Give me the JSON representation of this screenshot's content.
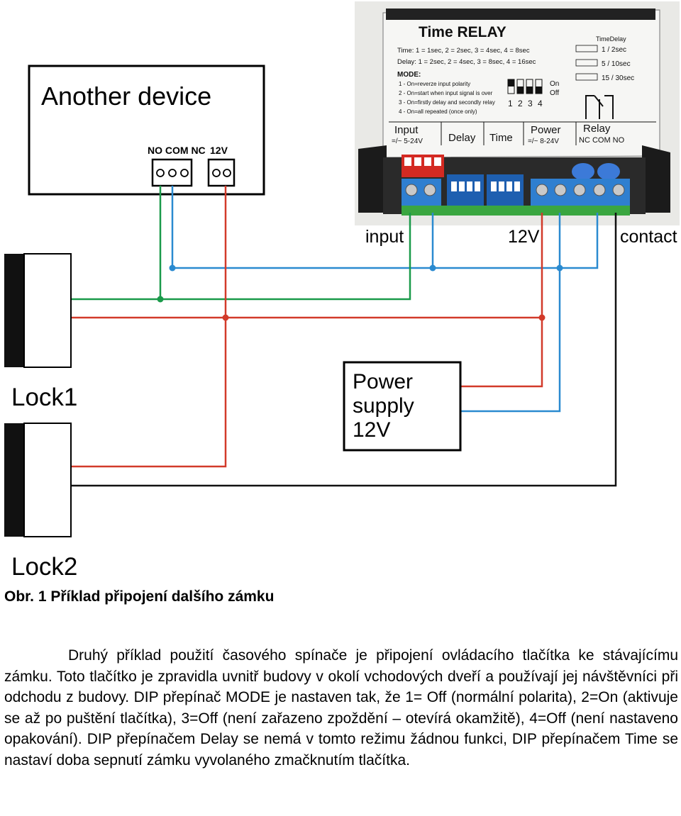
{
  "diagram": {
    "another_device": {
      "title": "Another device",
      "terminals_left": "NO COM NC",
      "terminals_right": "12V"
    },
    "relay": {
      "title": "Time RELAY",
      "timedelay_header": "TimeDelay",
      "time_line": "Time: 1 = 1sec, 2 = 2sec, 3 = 4sec, 4 = 8sec",
      "delay_line": "Delay: 1 = 2sec, 2 = 4sec, 3 = 8sec, 4 = 16sec",
      "td_option_1": "1 / 2sec",
      "td_option_2": "5 / 10sec",
      "td_option_3": "15 / 30sec",
      "mode_header": "MODE:",
      "mode_lines": [
        "1 - On=reverze input polarity",
        "2 - On=start when input signal is over",
        "3 - On=firstly delay and secondly relay",
        "4 - On=all repeated (once only)"
      ],
      "dip_on": "On",
      "dip_off": "Off",
      "dip_numbers": "1 2 3 4",
      "input_label": "Input",
      "input_range": "=/~ 5-24V",
      "delay_label": "Delay",
      "time_label": "Time",
      "power_label": "Power",
      "power_range": "=/~ 8-24V",
      "relay_label": "Relay",
      "relay_terminals": "NC COM NO"
    },
    "label_input": "input",
    "label_12v": "12V",
    "label_contact": "contact",
    "power_supply": [
      "Power",
      "supply",
      "12V"
    ],
    "lock1": "Lock1",
    "lock2": "Lock2",
    "colors": {
      "green": "#1a9a4a",
      "blue": "#2a8ad0",
      "red": "#d23a2a",
      "black": "#111111"
    }
  },
  "caption": "Obr. 1 Příklad připojení dalšího zámku",
  "paragraph": "Druhý příklad použití časového spínače je připojení ovládacího tlačítka ke stávajícímu zámku. Toto tlačítko je zpravidla uvnitř budovy v okolí vchodových dveří a používají jej návštěvníci při odchodu z budovy. DIP přepínač MODE je nastaven tak, že 1= Off (normální polarita), 2=On (aktivuje se až po puštění tlačítka), 3=Off (není zařazeno zpoždění – otevírá okamžitě), 4=Off (není nastaveno opakování). DIP přepínačem Delay se nemá v tomto režimu žádnou funkci, DIP přepínačem Time se nastaví doba sepnutí zámku vyvolaného zmačknutím tlačítka."
}
